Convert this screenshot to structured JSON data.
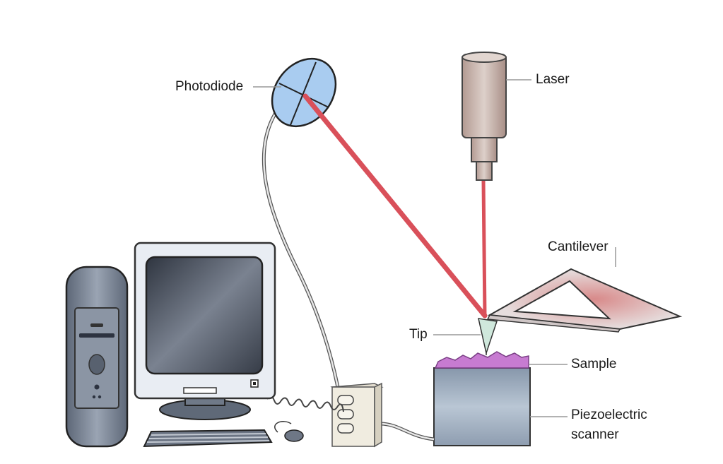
{
  "labels": {
    "photodiode": "Photodiode",
    "laser": "Laser",
    "cantilever": "Cantilever",
    "tip": "Tip",
    "sample": "Sample",
    "scanner": [
      "Piezoelectric",
      "scanner"
    ]
  },
  "colors": {
    "beam": "#d9505a",
    "photodiode_face": "#a9ccf0",
    "laser_body": "#c9b3ab",
    "cantilever_body": "#e6dede",
    "cantilever_glow": "#d88a8a",
    "tip_fill": "#cfe8dc",
    "sample_fill": "#c77bd1",
    "scanner_body": "#9fb0c2",
    "controller_box": "#f0ece0",
    "computer_body": "#7d8797",
    "monitor_screen": "#3d4450",
    "cable": "#666666",
    "leader_line": "#999999"
  }
}
